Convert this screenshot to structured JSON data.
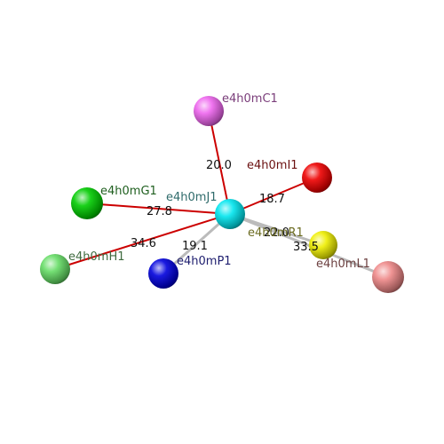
{
  "nodes": [
    {
      "id": "J1",
      "label": "e4h0mJ1",
      "color": "#00e5ee",
      "label_color": "#2f6b6b"
    },
    {
      "id": "C1",
      "label": "e4h0mC1",
      "color": "#ee66ee",
      "label_color": "#7a3d7a"
    },
    {
      "id": "I1",
      "label": "e4h0mI1",
      "color": "#ee0000",
      "label_color": "#6b1010"
    },
    {
      "id": "G1",
      "label": "e4h0mG1",
      "color": "#00cc00",
      "label_color": "#1f5f1f"
    },
    {
      "id": "H1",
      "label": "e4h0mH1",
      "color": "#66dd66",
      "label_color": "#3f6b3f"
    },
    {
      "id": "P1",
      "label": "e4h0mP1",
      "color": "#0000dd",
      "label_color": "#202070"
    },
    {
      "id": "R1",
      "label": "e4h0mR1",
      "color": "#eeee00",
      "label_color": "#6b6b20"
    },
    {
      "id": "L1",
      "label": "e4h0mL1",
      "color": "#ee8888",
      "label_color": "#6b3f3f"
    }
  ],
  "edges": [
    {
      "from": "J1",
      "to": "C1",
      "label": "20.0",
      "color": "#cc0000"
    },
    {
      "from": "J1",
      "to": "I1",
      "label": "18.7",
      "color": "#cc0000"
    },
    {
      "from": "J1",
      "to": "G1",
      "label": "27.8",
      "color": "#cc0000"
    },
    {
      "from": "J1",
      "to": "H1",
      "label": "34.6",
      "color": "#cc0000"
    },
    {
      "from": "J1",
      "to": "P1",
      "label": "19.1",
      "color": "#bbbbbb"
    },
    {
      "from": "J1",
      "to": "R1",
      "label": "22.0",
      "color": "#bbbbbb"
    },
    {
      "from": "J1",
      "to": "L1",
      "label": "33.5",
      "color": "#bbbbbb"
    }
  ]
}
